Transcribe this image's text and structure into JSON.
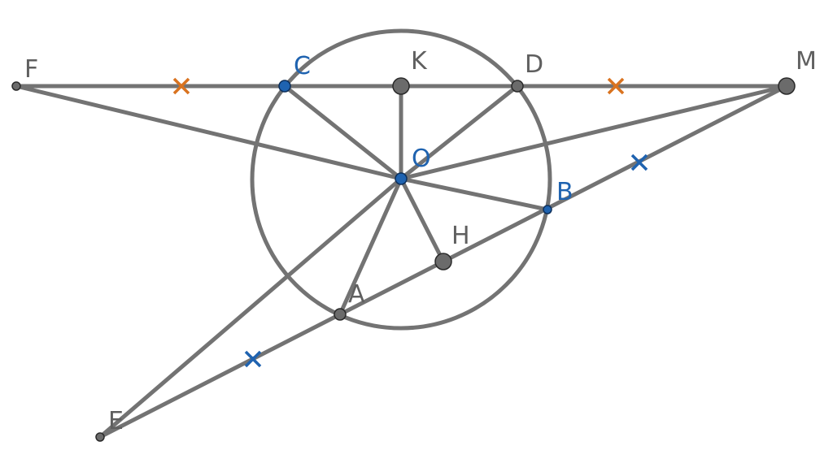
{
  "diagram": {
    "title": "Circle with center O, chords and tangent-like lines",
    "points": {
      "F": "F",
      "C": "C",
      "K": "K",
      "D": "D",
      "M": "M",
      "O": "O",
      "B": "B",
      "H": "H",
      "A": "A",
      "E": "E"
    },
    "colors": {
      "line": "#737373",
      "free_point": "#1f63b0",
      "dependent_point": "#6b6b6b",
      "equal_mark_1": "#d9731f",
      "equal_mark_2": "#1f63b0"
    }
  }
}
